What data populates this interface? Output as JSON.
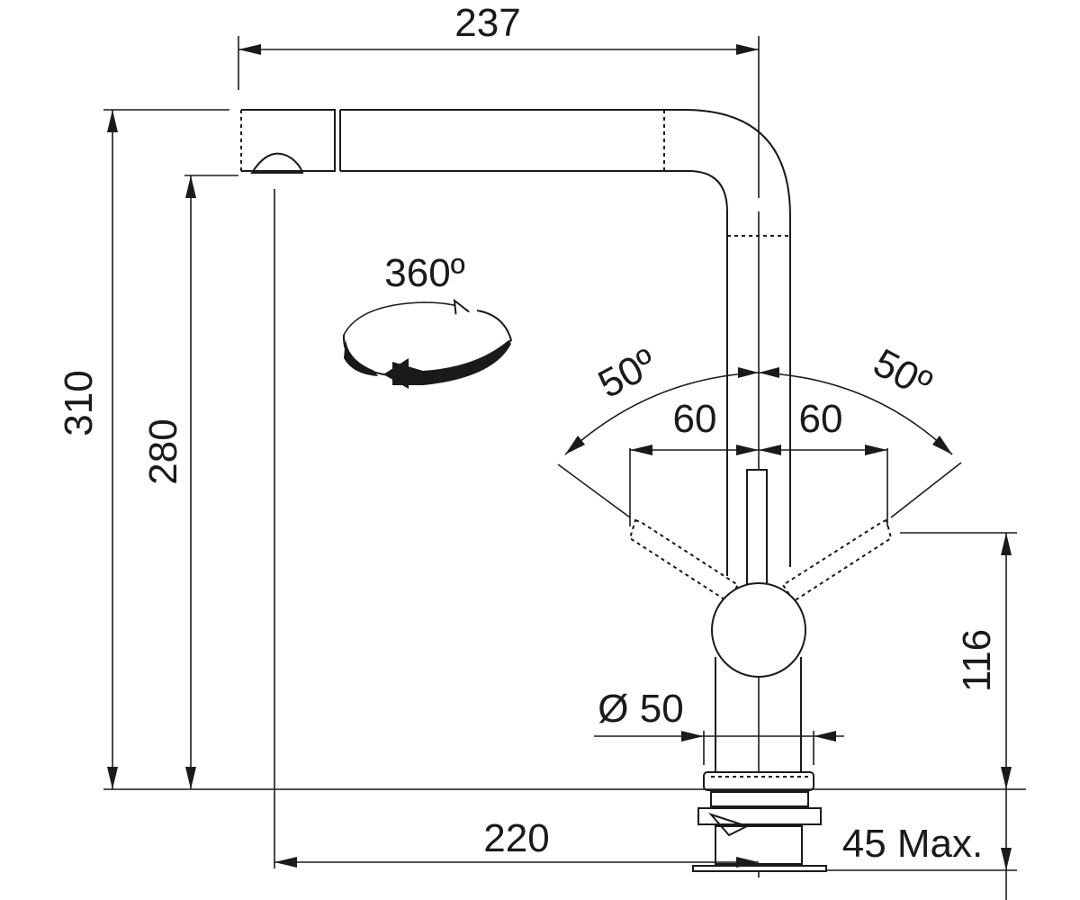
{
  "diagram": {
    "dimensions": {
      "spout_reach": "237",
      "total_height": "310",
      "spout_height": "280",
      "swivel_angle": "360º",
      "lever_angle_left": "50º",
      "lever_angle_right": "50º",
      "lever_reach_left": "60",
      "lever_reach_right": "60",
      "lever_height": "116",
      "base_diameter": "Ø 50",
      "spout_projection": "220",
      "deck_thickness": "45 Max."
    },
    "colors": {
      "ink": "#1a1a1a",
      "background": "#ffffff"
    }
  }
}
